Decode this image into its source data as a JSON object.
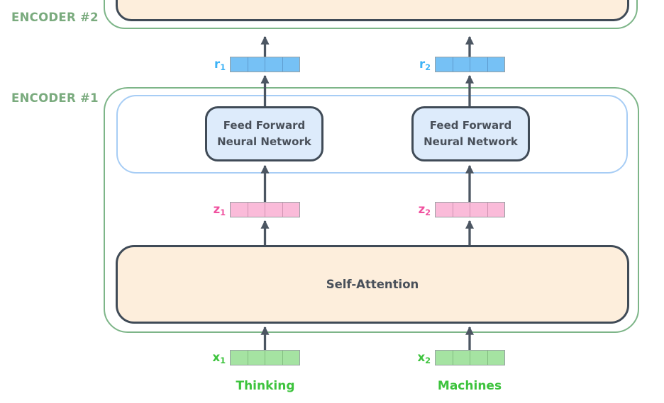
{
  "encoder2": {
    "label": "ENCODER #2"
  },
  "encoder1": {
    "label": "ENCODER #1",
    "self_attention_label": "Self-Attention",
    "ffn_boxes": [
      {
        "line1": "Feed Forward",
        "line2": "Neural Network"
      },
      {
        "line1": "Feed Forward",
        "line2": "Neural Network"
      }
    ]
  },
  "vectors": {
    "cells_per_vector": 4,
    "r": [
      {
        "base": "r",
        "sub": "1"
      },
      {
        "base": "r",
        "sub": "2"
      }
    ],
    "z": [
      {
        "base": "z",
        "sub": "1"
      },
      {
        "base": "z",
        "sub": "2"
      }
    ],
    "x": [
      {
        "base": "x",
        "sub": "1"
      },
      {
        "base": "x",
        "sub": "2"
      }
    ]
  },
  "tokens": [
    "Thinking",
    "Machines"
  ],
  "colors": {
    "encoder_outline_green": "#7db588",
    "encoder_label_green": "#7aab7e",
    "token_green": "#3dc33d",
    "vector_green_fill": "#a5e3a2",
    "vector_blue_fill": "#76c1f5",
    "vector_blue_label": "#3fb3f6",
    "vector_pink_fill": "#fabbd9",
    "vector_pink_label": "#f0519f",
    "box_border_dark": "#404b57",
    "attention_fill": "#fdeedc",
    "ffnn_fill": "#ddebfb",
    "ffnn_container_blue": "#a7cdf5",
    "box_text_dark": "#49505a",
    "arrow_dark": "#4c5662"
  }
}
